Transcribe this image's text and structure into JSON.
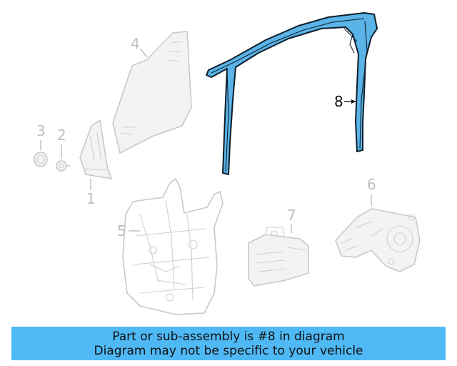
{
  "diagram": {
    "callouts": {
      "c1": "1",
      "c2": "2",
      "c3": "3",
      "c4": "4",
      "c5": "5",
      "c6": "6",
      "c7": "7",
      "c8": "8"
    },
    "highlighted_part": "8"
  },
  "banner": {
    "line1": "Part or sub-assembly is #8 in diagram",
    "line2": "Diagram may not be specific to your vehicle",
    "background": "#4fb9f5"
  },
  "colors": {
    "highlight": "#5ab4e8",
    "ghost": "#c8c8c8"
  }
}
